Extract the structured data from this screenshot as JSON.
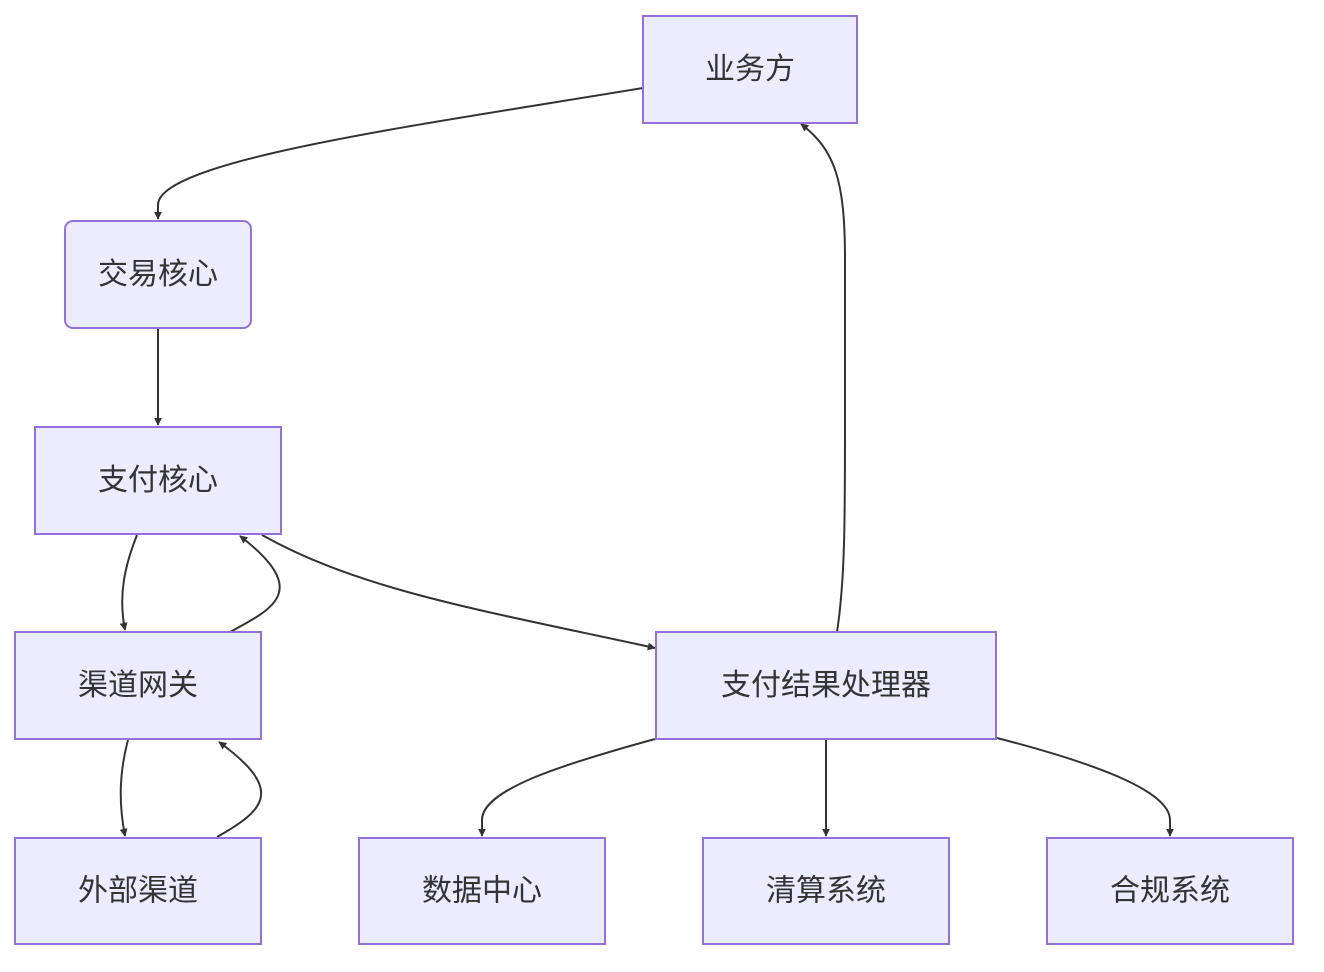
{
  "colors": {
    "node_fill": "#ececff",
    "node_stroke": "#9370db",
    "edge": "#333333",
    "text": "#333333",
    "background": "#ffffff"
  },
  "nodes": {
    "business": "业务方",
    "trade_core": "交易核心",
    "payment_core": "支付核心",
    "channel_gateway": "渠道网关",
    "external_channel": "外部渠道",
    "result_processor": "支付结果处理器",
    "data_center": "数据中心",
    "clearing_system": "清算系统",
    "compliance_system": "合规系统"
  },
  "edges": [
    {
      "from": "business",
      "to": "trade_core"
    },
    {
      "from": "trade_core",
      "to": "payment_core"
    },
    {
      "from": "payment_core",
      "to": "channel_gateway"
    },
    {
      "from": "channel_gateway",
      "to": "payment_core"
    },
    {
      "from": "channel_gateway",
      "to": "external_channel"
    },
    {
      "from": "external_channel",
      "to": "channel_gateway"
    },
    {
      "from": "payment_core",
      "to": "result_processor"
    },
    {
      "from": "result_processor",
      "to": "business"
    },
    {
      "from": "result_processor",
      "to": "data_center"
    },
    {
      "from": "result_processor",
      "to": "clearing_system"
    },
    {
      "from": "result_processor",
      "to": "compliance_system"
    }
  ]
}
